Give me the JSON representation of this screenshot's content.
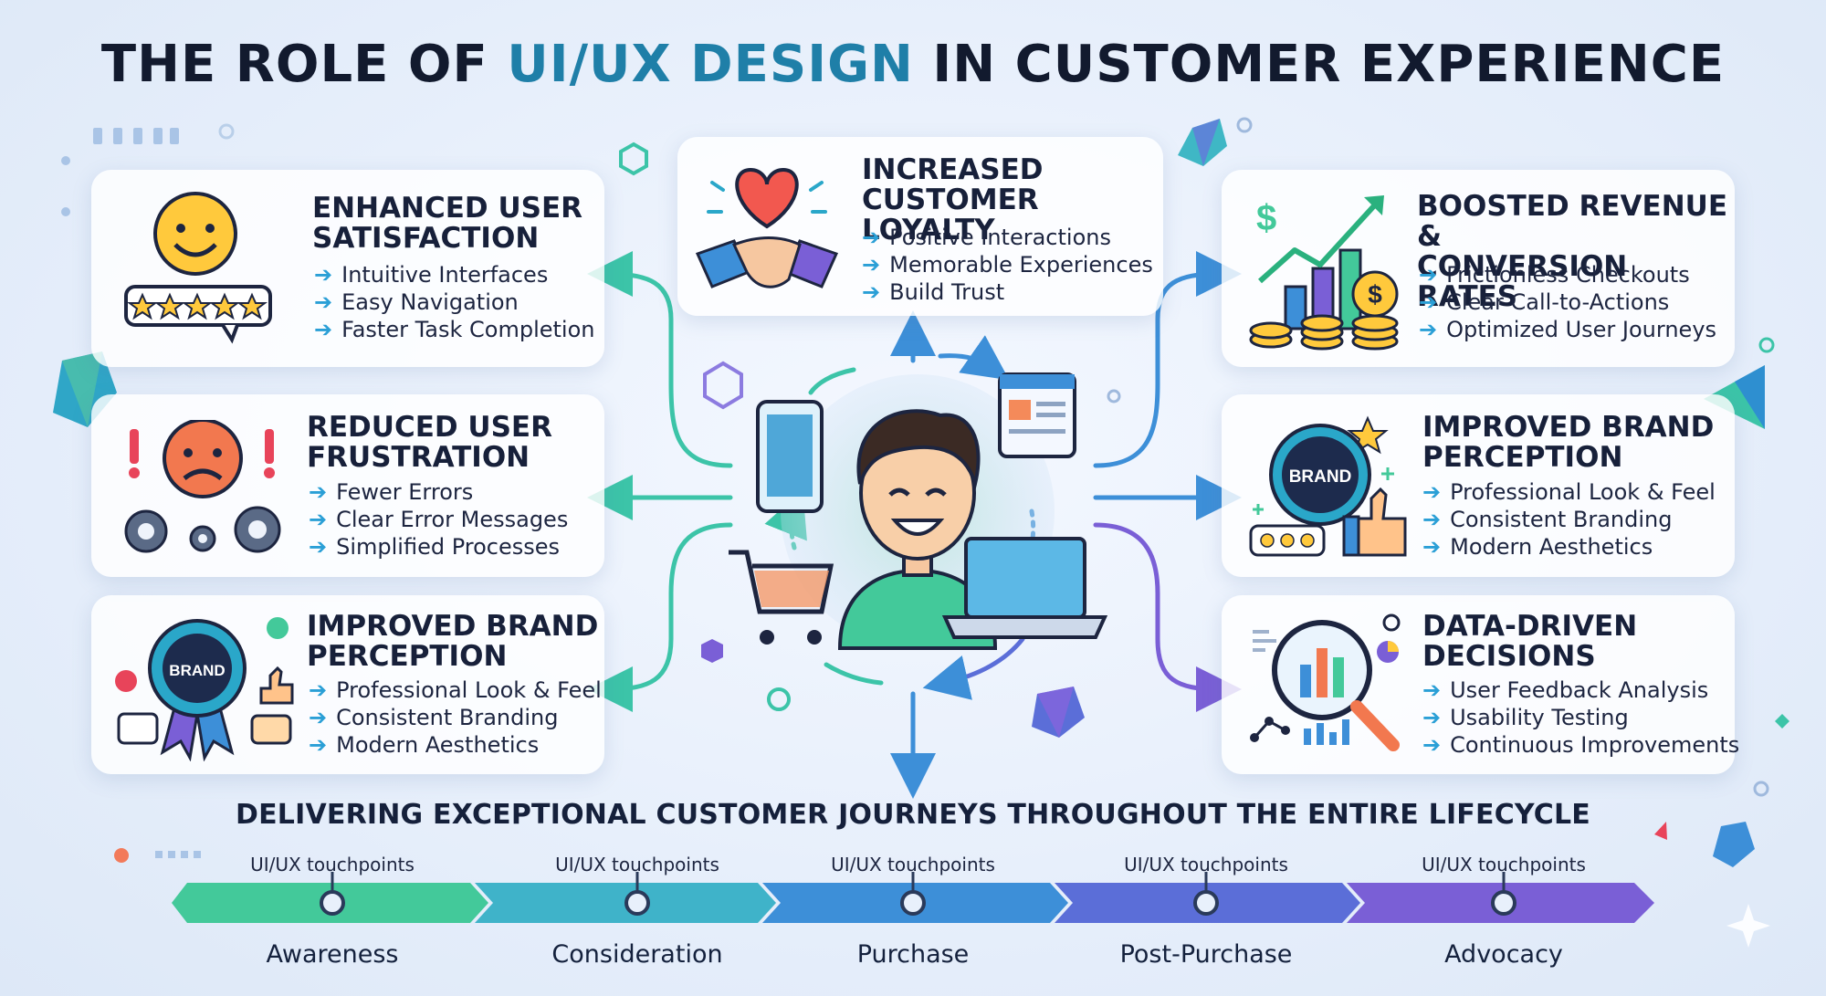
{
  "title": {
    "prefix": "THE ROLE OF ",
    "accent": "UI/UX DESIGN",
    "suffix": " IN CUSTOMER EXPERIENCE"
  },
  "cards": {
    "satisfaction": {
      "title_l1": "ENHANCED USER",
      "title_l2": "SATISFACTION",
      "items": [
        "Intuitive Interfaces",
        "Easy Navigation",
        "Faster Task Completion"
      ]
    },
    "frustration": {
      "title_l1": "REDUCED USER",
      "title_l2": "FRUSTRATION",
      "items": [
        "Fewer Errors",
        "Clear Error Messages",
        "Simplified Processes"
      ]
    },
    "brand_left": {
      "title_l1": "IMPROVED BRAND",
      "title_l2": "PERCEPTION",
      "badge": "BRAND",
      "items": [
        "Professional Look & Feel",
        "Consistent Branding",
        "Modern Aesthetics"
      ]
    },
    "loyalty": {
      "title_l1": "INCREASED",
      "title_l2": "CUSTOMER LOYALTY",
      "items": [
        "Positive Interactions",
        "Memorable Experiences",
        "Build Trust"
      ]
    },
    "revenue": {
      "title_l1": "BOOSTED REVENUE &",
      "title_l2": "CONVERSION RATES",
      "items": [
        "Frictionless Checkouts",
        "Clear Call-to-Actions",
        "Optimized User Journeys"
      ]
    },
    "brand_right": {
      "title_l1": "IMPROVED BRAND",
      "title_l2": "PERCEPTION",
      "badge": "BRAND",
      "items": [
        "Professional Look & Feel",
        "Consistent Branding",
        "Modern Aesthetics"
      ]
    },
    "data": {
      "title_l1": "DATA-DRIVEN",
      "title_l2": "DECISIONS",
      "items": [
        "User Feedback Analysis",
        "Usability Testing",
        "Continuous Improvements"
      ]
    }
  },
  "list_arrow": "➔",
  "journey": {
    "heading": "DELIVERING EXCEPTIONAL CUSTOMER JOURNEYS THROUGHOUT THE ENTIRE LIFECYCLE",
    "touchpoint_label": "UI/UX touchpoints",
    "stages": [
      "Awareness",
      "Consideration",
      "Purchase",
      "Post-Purchase",
      "Advocacy"
    ],
    "stage_colors": [
      "#43c99a",
      "#3fb3c9",
      "#3d8fd8",
      "#5b6ed8",
      "#7a5fd6"
    ]
  },
  "icons": {
    "satisfaction": "smiley-face-rating-icon",
    "frustration": "frowning-face-gears-icon",
    "brand_left": "brand-badge-ribbon-icon",
    "loyalty": "heart-handshake-icon",
    "revenue": "growth-chart-coins-icon",
    "brand_right": "brand-badge-thumbs-up-icon",
    "data": "magnifier-analytics-icon",
    "center": "user-with-devices-icon"
  },
  "colors": {
    "accent": "#1f7fa8",
    "arrow_teal": "#3cc4a8",
    "arrow_blue": "#3d8fd8",
    "arrow_purple": "#7a5fd6"
  }
}
